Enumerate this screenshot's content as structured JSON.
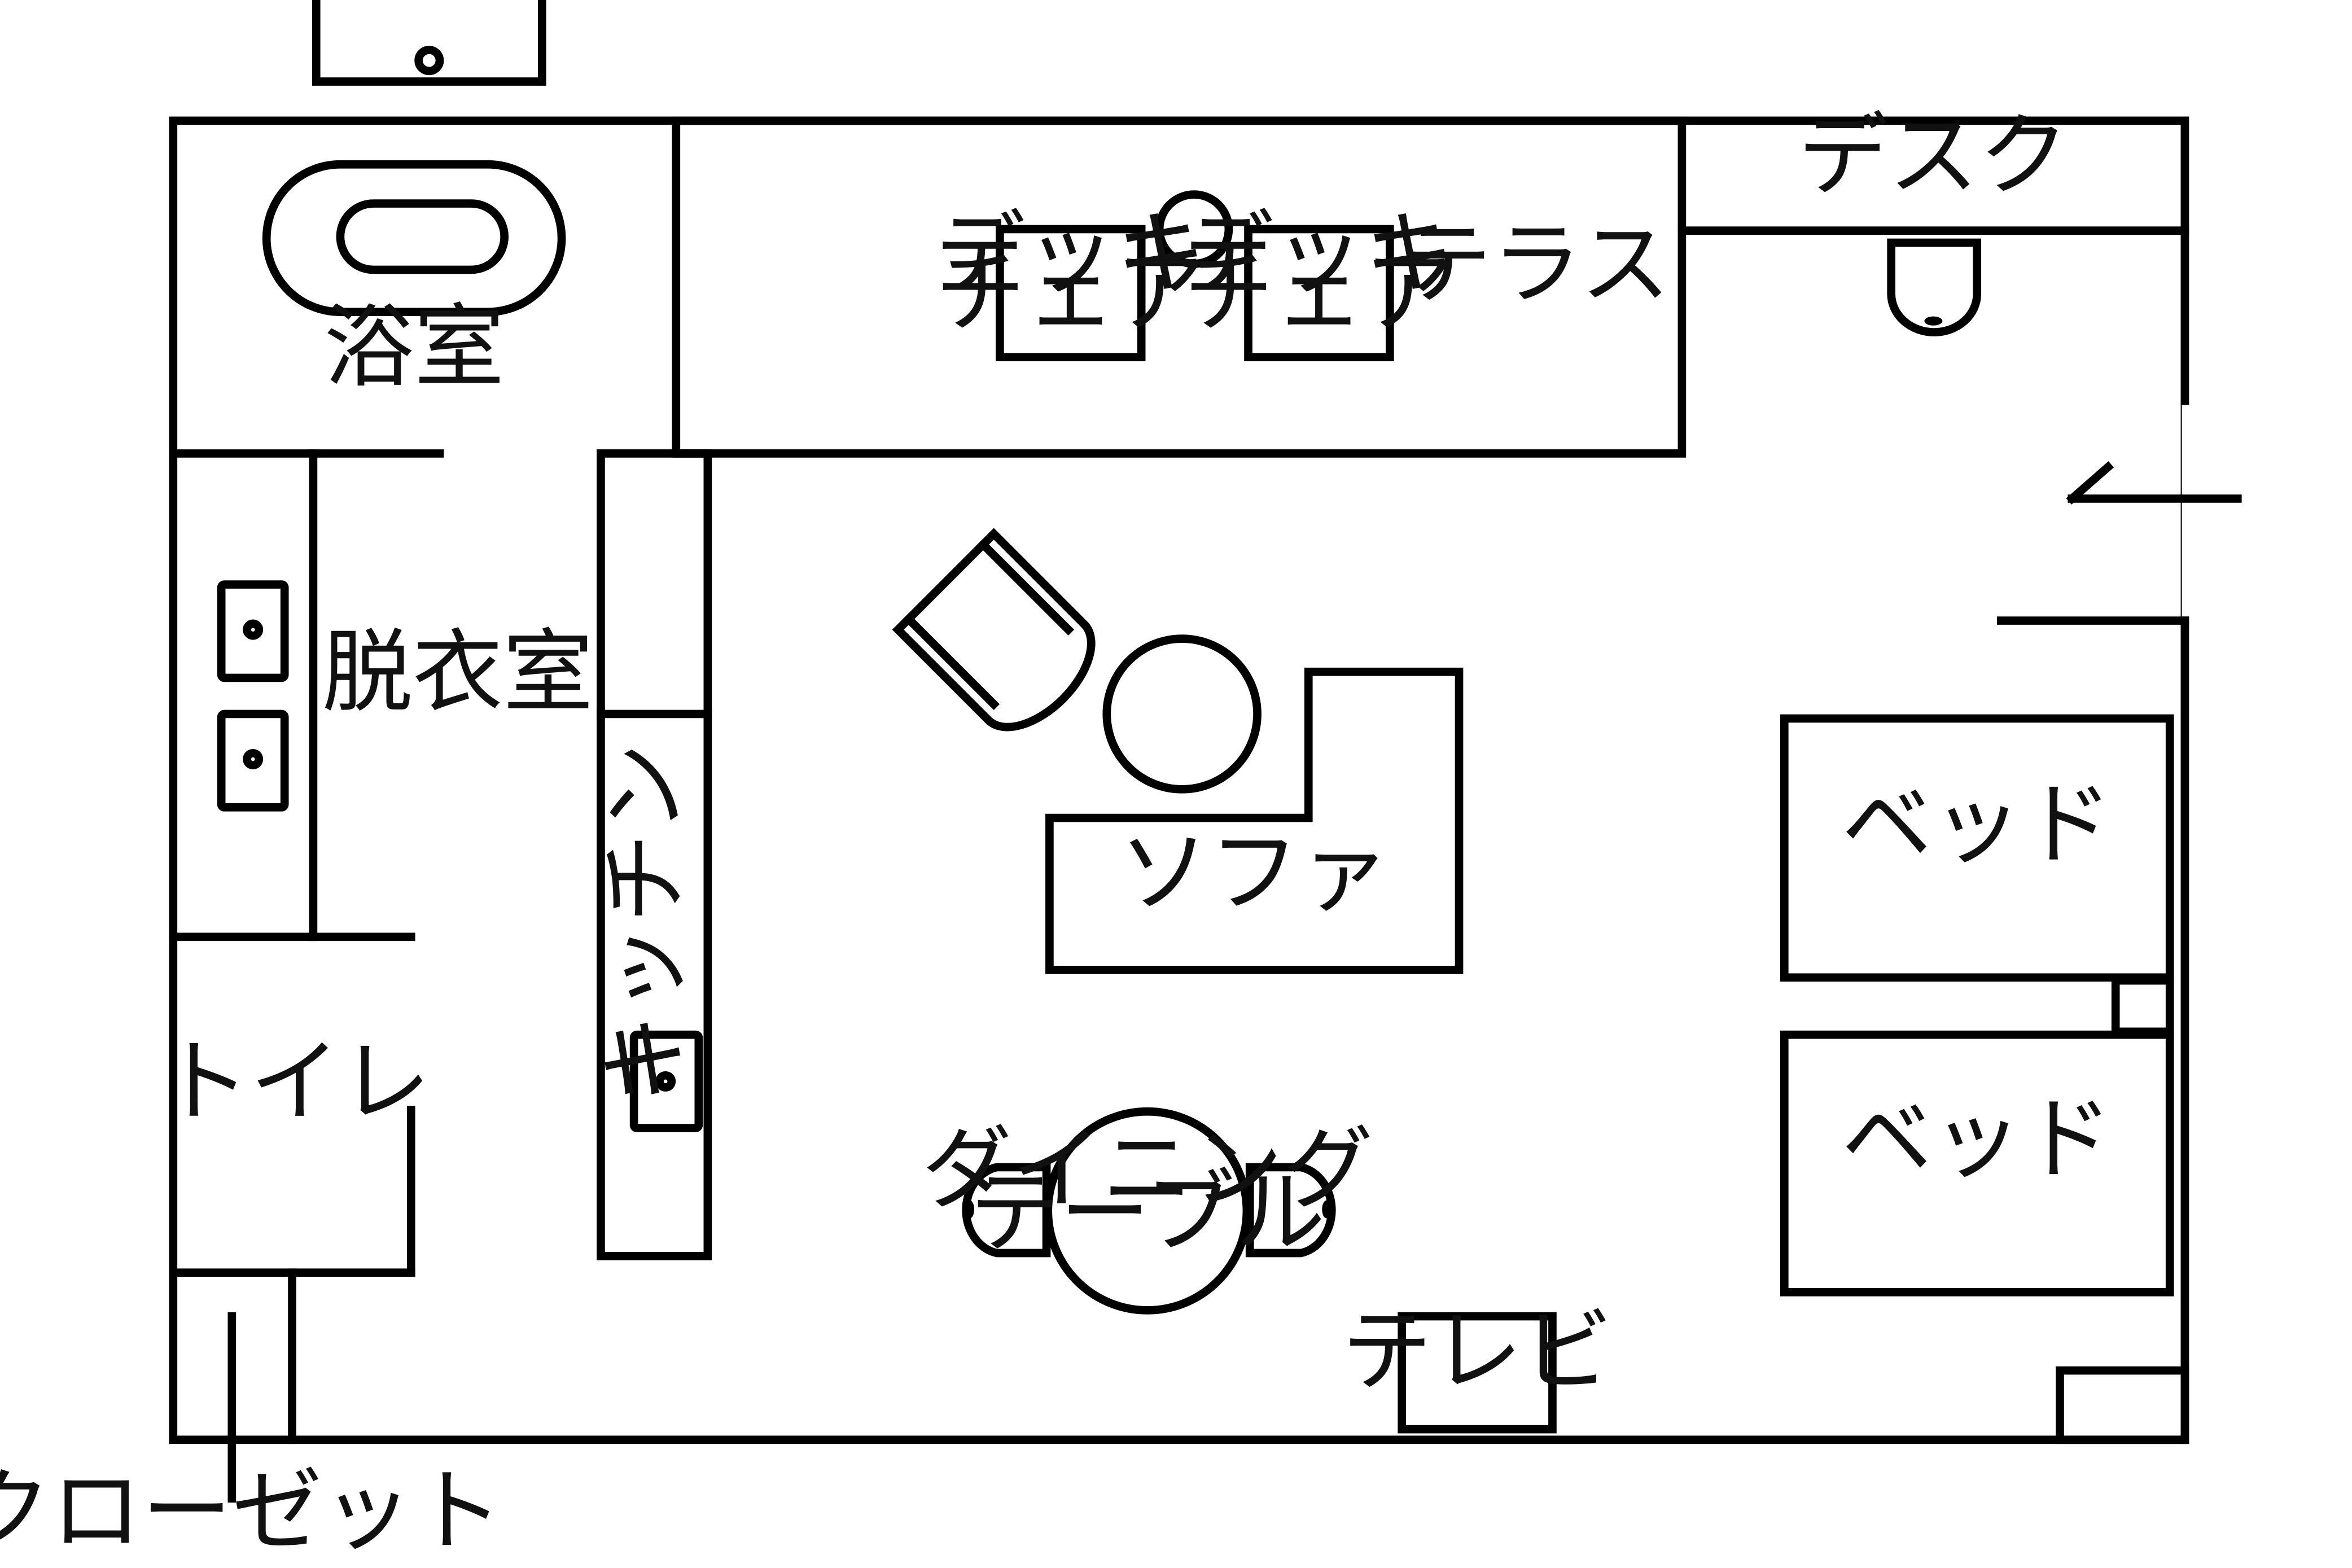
{
  "rooms": {
    "bathroom": "浴室",
    "terrace": "テラス",
    "desk": "デスク",
    "dressing_room": "脱衣室",
    "kitchen": "キッチン",
    "toilet": "トイレ",
    "closet": "クローゼット"
  },
  "furniture": {
    "deck_chair_line1": "デッキ",
    "deck_chair_line2": "チェア",
    "sofa": "ソファ",
    "bed": "ベッド",
    "dining_table_line1": "ダイニング",
    "dining_table_line2": "テーブル",
    "tv": "テレビ"
  }
}
